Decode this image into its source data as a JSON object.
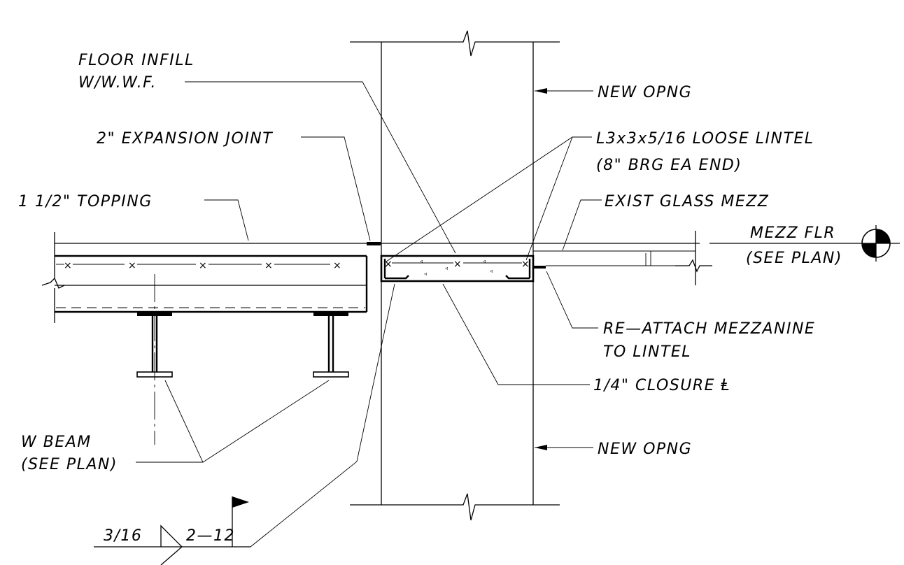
{
  "labels": {
    "floor_infill_1": "FLOOR  INFILL",
    "floor_infill_2": "W/W.W.F.",
    "new_opng_top": "NEW  OPNG",
    "expansion_joint": "2\"  EXPANSION  JOINT",
    "lintel_1": "L3x3x5/16  LOOSE  LINTEL",
    "lintel_2": "(8\"  BRG  EA  END)",
    "topping": "1  1/2\"  TOPPING",
    "exist_mezz": "EXIST  GLASS  MEZZ",
    "mezz_flr_1": "MEZZ  FLR",
    "mezz_flr_2": "(SEE  PLAN)",
    "reattach_1": "RE—ATTACH  MEZZANINE",
    "reattach_2": "TO  LINTEL",
    "closure": "1/4\"  CLOSURE  Ⱡ",
    "w_beam_1": "W  BEAM",
    "w_beam_2": "(SEE  PLAN)",
    "new_opng_bottom": "NEW  OPNG",
    "weld_size": "3/16",
    "weld_length": "2—12"
  }
}
